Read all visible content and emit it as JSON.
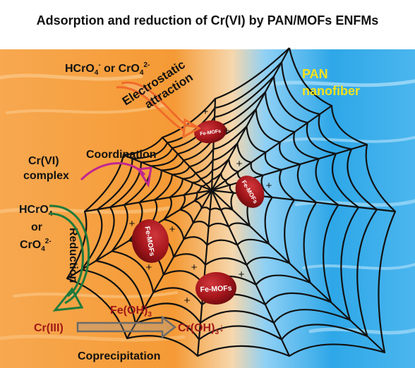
{
  "title": "Adsorption and reduction of Cr(VI) by PAN/MOFs ENFMs",
  "pan_label": {
    "line1": "PAN",
    "line2": "nanofiber"
  },
  "electrostatic": {
    "ion_a": "HCrO",
    "ion_a_sub": "4",
    "ion_a_sup": "-",
    "connector": " or ",
    "ion_b": "CrO",
    "ion_b_sub": "4",
    "ion_b_sup": "2-",
    "mechanism_line1": "Electrostatic",
    "mechanism_line2": "attraction"
  },
  "coordination": {
    "species_line1": "Cr(VI)",
    "species_line2": "complex",
    "mechanism": "Coordination"
  },
  "reduction": {
    "ion_a": "HCrO",
    "ion_a_sub": "4",
    "ion_a_sup": "-",
    "connector": "or",
    "ion_b": "CrO",
    "ion_b_sub": "4",
    "ion_b_sup": "2-",
    "mechanism": "Reduction"
  },
  "coprecipitation": {
    "reactant": "Cr(III)",
    "reagent": "Fe(OH)",
    "reagent_sub": "3",
    "product": "Cr(OH)",
    "product_sub": "3",
    "product_mark": "↓",
    "mechanism": "Coprecipitation"
  },
  "mof_particles": [
    {
      "label": "Fe-MOFs"
    },
    {
      "label": "Fe-MOFs"
    },
    {
      "label": "Fe-MOFs"
    },
    {
      "label": "Fe-MOFs"
    }
  ],
  "charge_symbol": "+",
  "colors": {
    "orange_water": "#f39a3a",
    "blue_water": "#2ea7e8",
    "mof_red": "#a5161b",
    "cr_red": "#a01818",
    "pan_yellow": "#f5e21a",
    "electrostatic_arrow": "#f06a2a",
    "coordination_arrow": "#c0268e",
    "reduction_arrow": "#1f7a3c",
    "copr_arrow": "#6b6b6b"
  }
}
